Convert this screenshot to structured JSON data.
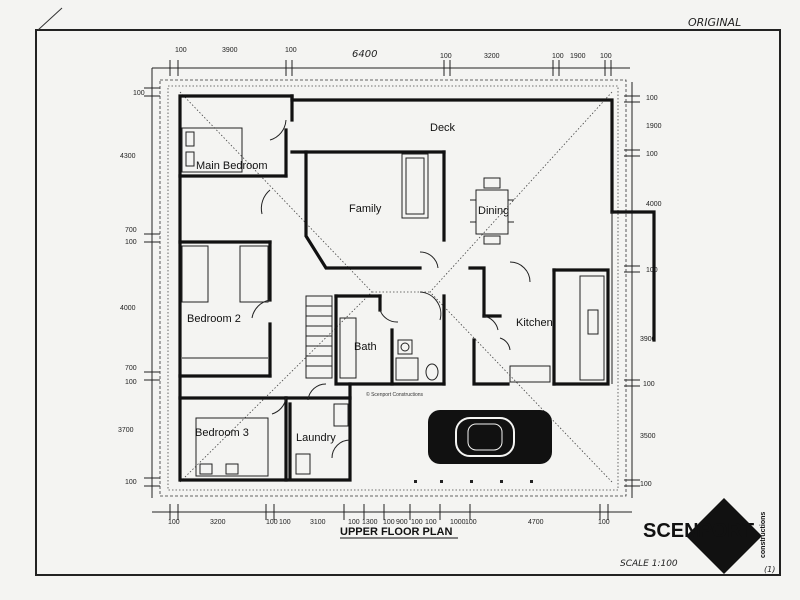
{
  "header": {
    "stamp": "ORIGINAL"
  },
  "dimensions": {
    "top_overall": "6400",
    "top": [
      "100",
      "3900",
      "100",
      "100",
      "3200",
      "100",
      "1900",
      "100"
    ],
    "left": [
      "100",
      "4300",
      "700",
      "100",
      "4000",
      "700",
      "100",
      "3700",
      "100"
    ],
    "right": [
      "100",
      "1900",
      "100",
      "4000",
      "100",
      "3900",
      "100",
      "3500",
      "100"
    ],
    "bottom": [
      "100",
      "3200",
      "100",
      "100",
      "3100",
      "100",
      "1300",
      "100",
      "900",
      "100",
      "100",
      "1000",
      "100",
      "4700",
      "100"
    ]
  },
  "rooms": {
    "deck": "Deck",
    "main_bedroom": "Main Bedroom",
    "family": "Family",
    "dining": "Dining",
    "bedroom2": "Bedroom 2",
    "bath": "Bath",
    "kitchen": "Kitchen",
    "bedroom3": "Bedroom 3",
    "laundry": "Laundry"
  },
  "watermark": "© Scenport Constructions",
  "plan_title": "UPPER FLOOR PLAN",
  "logo": {
    "name": "SCENPORT",
    "tagline": "constructions"
  },
  "scale": "SCALE 1:100",
  "sheet": "(1)"
}
